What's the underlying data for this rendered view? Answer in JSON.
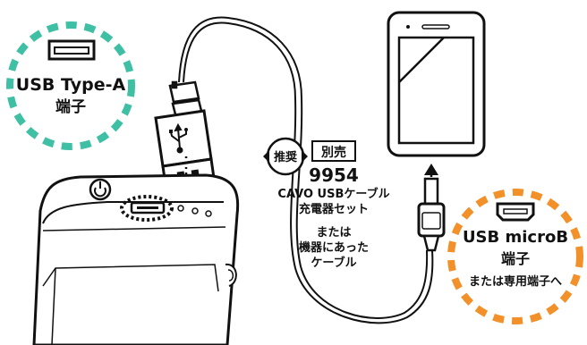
{
  "callout_left": {
    "line1": "USB Type-A",
    "line2": "端子",
    "ring_color": "#3fbfa3"
  },
  "callout_right": {
    "line1": "USB microB",
    "line2": "端子",
    "line3": "または専用端子へ",
    "ring_color": "#f2902a"
  },
  "recommend": {
    "badge": "推奨",
    "tag": "別売",
    "product_code": "9954",
    "product_line1": "CAVO USBケーブル",
    "product_line2": "充電器セット",
    "alt_line1": "または",
    "alt_line2": "機器にあった",
    "alt_line3": "ケーブル"
  },
  "icons": {
    "usb_symbol": "usb-symbol-icon",
    "power_button": "power-icon"
  }
}
